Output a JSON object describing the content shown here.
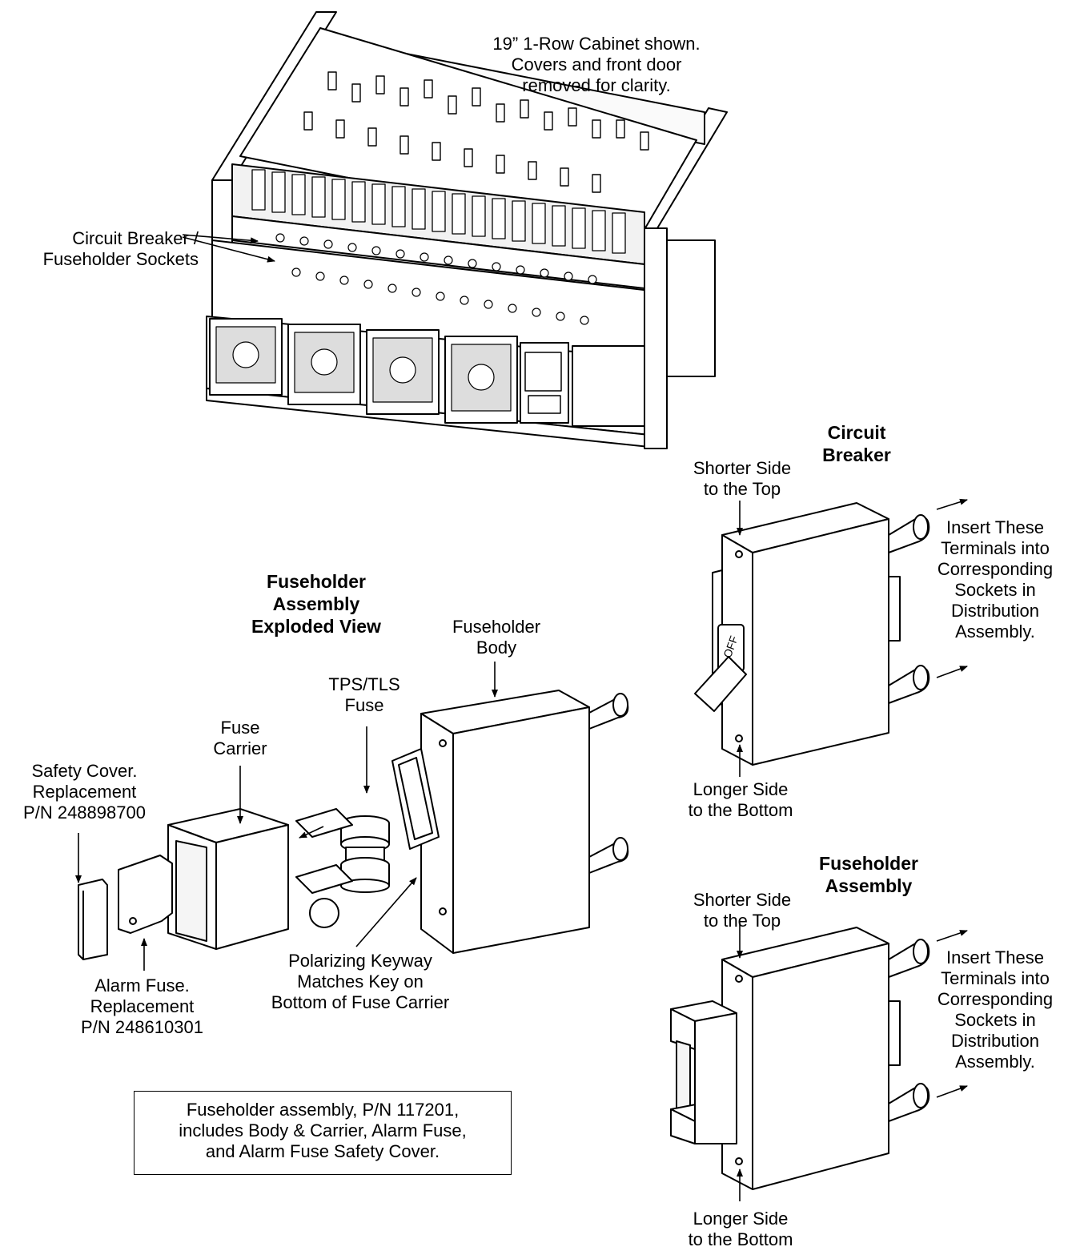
{
  "cabinet_note": "19” 1-Row Cabinet shown.\nCovers and front door\nremoved for clarity.",
  "sockets_label": "Circuit Breaker /\nFuseholder Sockets",
  "circuit_breaker": {
    "title": "Circuit\nBreaker",
    "top_note": "Shorter Side\nto the Top",
    "bottom_note": "Longer Side\nto the Bottom",
    "terminals_note": "Insert These\nTerminals into\nCorresponding\nSockets in\nDistribution\nAssembly.",
    "switch_text": "OFF"
  },
  "exploded_view": {
    "title": "Fuseholder\nAssembly\nExploded View",
    "body_label": "Fuseholder\nBody",
    "fuse_label": "TPS/TLS\nFuse",
    "carrier_label": "Fuse\nCarrier",
    "safety_cover_label": "Safety Cover.\nReplacement\nP/N 248898700",
    "alarm_fuse_label": "Alarm Fuse.\nReplacement\nP/N 248610301",
    "keyway_label": "Polarizing Keyway\nMatches Key on\nBottom of Fuse Carrier"
  },
  "fuseholder_assembly": {
    "title": "Fuseholder\nAssembly",
    "top_note": "Shorter Side\nto the Top",
    "bottom_note": "Longer Side\nto the Bottom",
    "terminals_note": "Insert These\nTerminals into\nCorresponding\nSockets in\nDistribution\nAssembly."
  },
  "assembly_note": "Fuseholder assembly, P/N 117201,\nincludes Body & Carrier, Alarm Fuse,\nand Alarm Fuse Safety Cover."
}
